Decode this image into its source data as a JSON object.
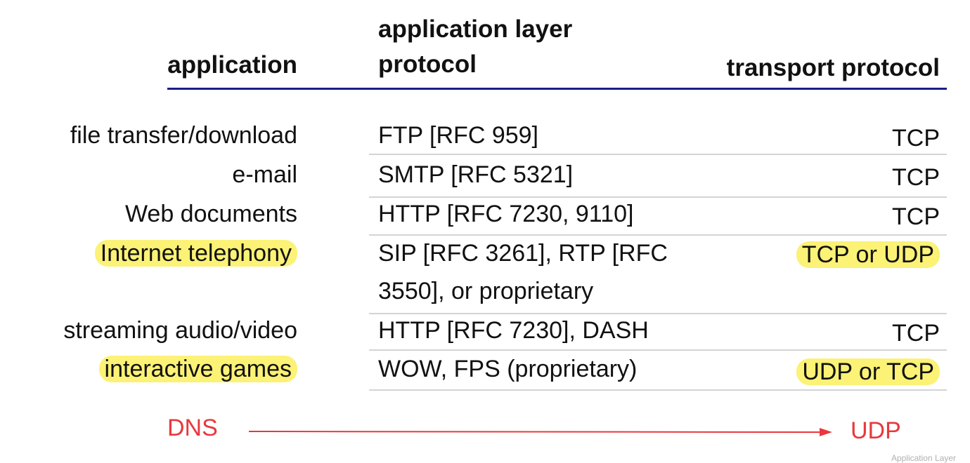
{
  "header": {
    "application": "application",
    "protocol": "application layer protocol",
    "transport": "transport protocol"
  },
  "rows": [
    {
      "application": "file transfer/download",
      "protocol": "FTP [RFC 959]",
      "transport": "TCP",
      "highlight": false
    },
    {
      "application": "e-mail",
      "protocol": "SMTP [RFC 5321]",
      "transport": "TCP",
      "highlight": false
    },
    {
      "application": "Web documents",
      "protocol": "HTTP [RFC 7230, 9110]",
      "transport": "TCP",
      "highlight": false
    },
    {
      "application": "Internet telephony",
      "protocol": "SIP [RFC 3261], RTP [RFC 3550], or proprietary",
      "transport": "TCP or UDP",
      "highlight": true
    },
    {
      "application": "streaming audio/video",
      "protocol": "HTTP [RFC 7230], DASH",
      "transport": "TCP",
      "highlight": false
    },
    {
      "application": "interactive games",
      "protocol": "WOW, FPS (proprietary)",
      "transport": "UDP or TCP",
      "highlight": true
    }
  ],
  "annotation": {
    "from": "DNS",
    "to": "UDP",
    "color": "#e8383d"
  },
  "colors": {
    "header_rule": "#1b1e8a",
    "highlight": "#fbf276",
    "row_divider": "#d4d4d4"
  },
  "footer": {
    "page_mark": "Application Layer"
  }
}
